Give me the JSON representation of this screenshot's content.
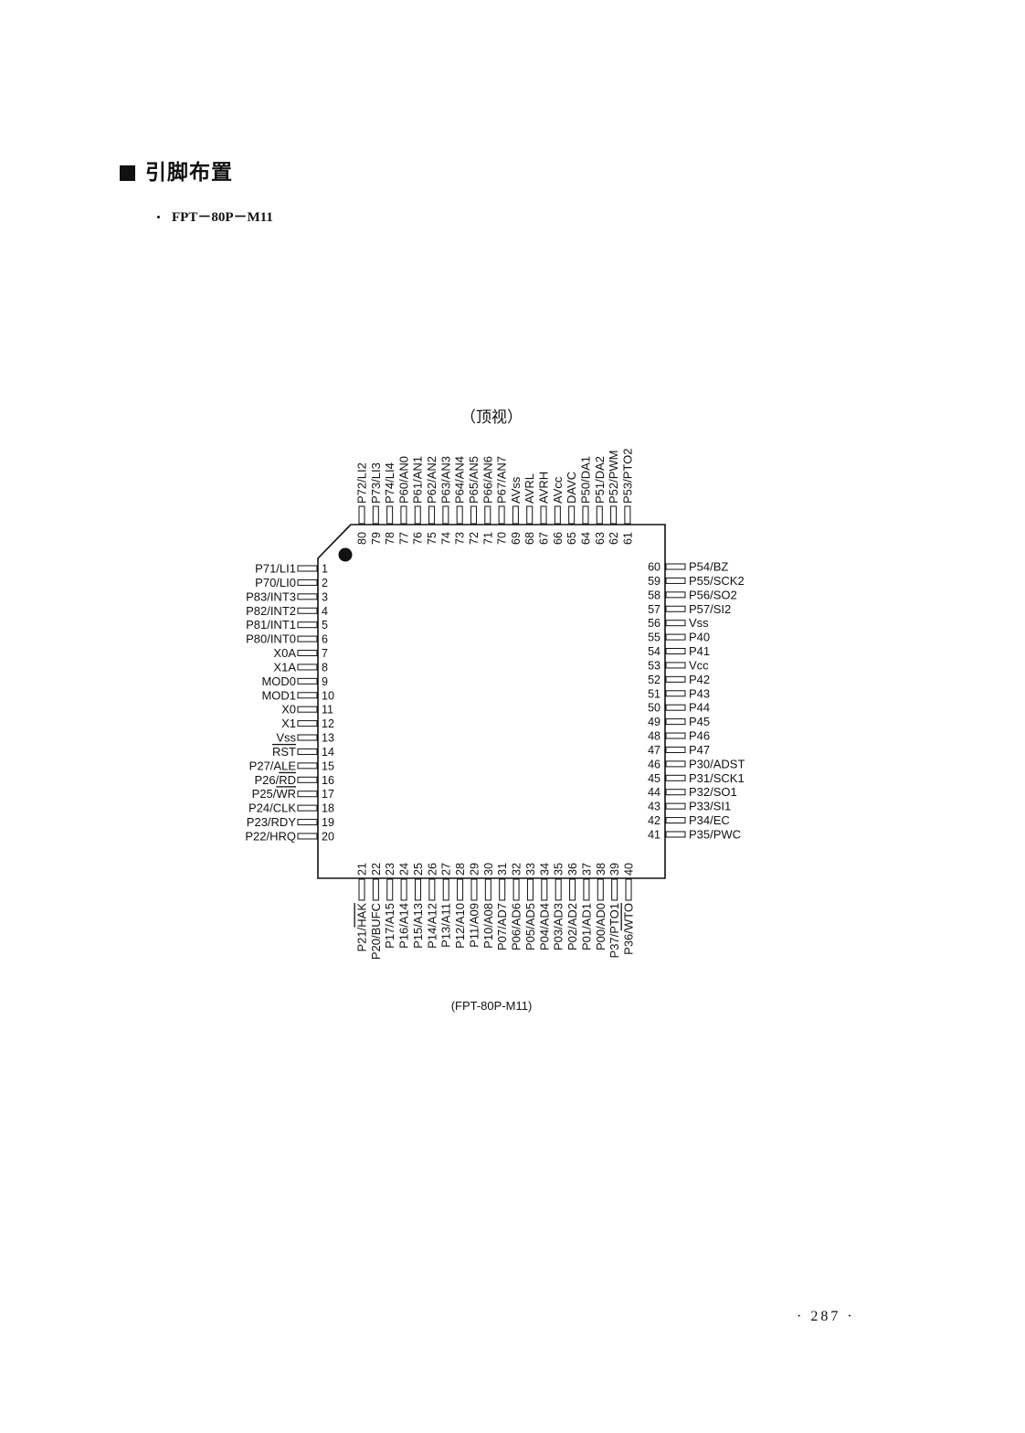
{
  "page": {
    "title": "引脚布置",
    "subtitle": "FPT－80P－M11",
    "view_label": "（顶视）",
    "caption": "(FPT-80P-M11)",
    "page_number": "· 287 ·"
  },
  "chip": {
    "pins": {
      "left": [
        {
          "num": "1",
          "label": "P71/LI1"
        },
        {
          "num": "2",
          "label": "P70/LI0"
        },
        {
          "num": "3",
          "label": "P83/INT3"
        },
        {
          "num": "4",
          "label": "P82/INT2"
        },
        {
          "num": "5",
          "label": "P81/INT1"
        },
        {
          "num": "6",
          "label": "P80/INT0"
        },
        {
          "num": "7",
          "label": "X0A"
        },
        {
          "num": "8",
          "label": "X1A"
        },
        {
          "num": "9",
          "label": "MOD0"
        },
        {
          "num": "10",
          "label": "MOD1"
        },
        {
          "num": "11",
          "label": "X0"
        },
        {
          "num": "12",
          "label": "X1"
        },
        {
          "num": "13",
          "label": "Vss"
        },
        {
          "num": "14",
          "label": "RST",
          "bar": "RST"
        },
        {
          "num": "15",
          "label": "P27/ALE"
        },
        {
          "num": "16",
          "label": "P26/RD",
          "bar": "RD"
        },
        {
          "num": "17",
          "label": "P25/WR",
          "bar": "WR"
        },
        {
          "num": "18",
          "label": "P24/CLK"
        },
        {
          "num": "19",
          "label": "P23/RDY"
        },
        {
          "num": "20",
          "label": "P22/HRQ"
        }
      ],
      "right": [
        {
          "num": "60",
          "label": "P54/BZ"
        },
        {
          "num": "59",
          "label": "P55/SCK2"
        },
        {
          "num": "58",
          "label": "P56/SO2"
        },
        {
          "num": "57",
          "label": "P57/SI2"
        },
        {
          "num": "56",
          "label": "Vss"
        },
        {
          "num": "55",
          "label": "P40"
        },
        {
          "num": "54",
          "label": "P41"
        },
        {
          "num": "53",
          "label": "Vcc"
        },
        {
          "num": "52",
          "label": "P42"
        },
        {
          "num": "51",
          "label": "P43"
        },
        {
          "num": "50",
          "label": "P44"
        },
        {
          "num": "49",
          "label": "P45"
        },
        {
          "num": "48",
          "label": "P46"
        },
        {
          "num": "47",
          "label": "P47"
        },
        {
          "num": "46",
          "label": "P30/ADST"
        },
        {
          "num": "45",
          "label": "P31/SCK1"
        },
        {
          "num": "44",
          "label": "P32/SO1"
        },
        {
          "num": "43",
          "label": "P33/SI1"
        },
        {
          "num": "42",
          "label": "P34/EC"
        },
        {
          "num": "41",
          "label": "P35/PWC"
        }
      ],
      "top": [
        {
          "num": "80",
          "label": "P72/LI2"
        },
        {
          "num": "79",
          "label": "P73/LI3"
        },
        {
          "num": "78",
          "label": "P74/LI4"
        },
        {
          "num": "77",
          "label": "P60/AN0"
        },
        {
          "num": "76",
          "label": "P61/AN1"
        },
        {
          "num": "75",
          "label": "P62/AN2"
        },
        {
          "num": "74",
          "label": "P63/AN3"
        },
        {
          "num": "73",
          "label": "P64/AN4"
        },
        {
          "num": "72",
          "label": "P65/AN5"
        },
        {
          "num": "71",
          "label": "P66/AN6"
        },
        {
          "num": "70",
          "label": "P67/AN7"
        },
        {
          "num": "69",
          "label": "AVss"
        },
        {
          "num": "68",
          "label": "AVRL"
        },
        {
          "num": "67",
          "label": "AVRH"
        },
        {
          "num": "66",
          "label": "AVcc"
        },
        {
          "num": "65",
          "label": "DAVC"
        },
        {
          "num": "64",
          "label": "P50/DA1"
        },
        {
          "num": "63",
          "label": "P51/DA2"
        },
        {
          "num": "62",
          "label": "P52/PWM"
        },
        {
          "num": "61",
          "label": "P53/PTO2"
        }
      ],
      "bottom": [
        {
          "num": "21",
          "label": "P21/HAK",
          "bar": "HAK"
        },
        {
          "num": "22",
          "label": "P20/BUFC"
        },
        {
          "num": "23",
          "label": "P17/A15"
        },
        {
          "num": "24",
          "label": "P16/A14"
        },
        {
          "num": "25",
          "label": "P15/A13"
        },
        {
          "num": "26",
          "label": "P14/A12"
        },
        {
          "num": "27",
          "label": "P13/A11"
        },
        {
          "num": "28",
          "label": "P12/A10"
        },
        {
          "num": "29",
          "label": "P11/A09"
        },
        {
          "num": "30",
          "label": "P10/A08"
        },
        {
          "num": "31",
          "label": "P07/AD7"
        },
        {
          "num": "32",
          "label": "P06/AD6"
        },
        {
          "num": "33",
          "label": "P05/AD5"
        },
        {
          "num": "34",
          "label": "P04/AD4"
        },
        {
          "num": "35",
          "label": "P03/AD3"
        },
        {
          "num": "36",
          "label": "P02/AD2"
        },
        {
          "num": "37",
          "label": "P01/AD1"
        },
        {
          "num": "38",
          "label": "P00/AD0"
        },
        {
          "num": "39",
          "label": "P37/PTO1"
        },
        {
          "num": "40",
          "label": "P36/WTO",
          "bar": "WTO"
        }
      ]
    }
  }
}
